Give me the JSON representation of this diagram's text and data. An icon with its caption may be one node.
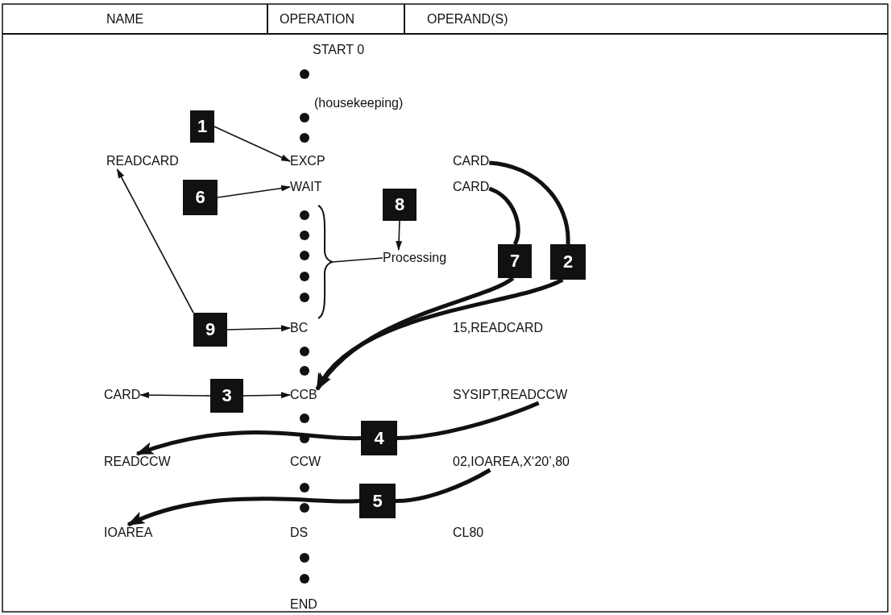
{
  "diagram": {
    "nodes": [
      {
        "text": [
          "1"
        ]
      },
      {
        "text": [
          "READCARD"
        ]
      },
      {
        "text": [
          "EXCP"
        ]
      },
      {
        "text": [
          "CARD"
        ]
      },
      {
        "text": [
          "6"
        ]
      },
      {
        "text": [
          "WAIT"
        ]
      },
      {
        "text": [
          "CARD"
        ]
      },
      {
        "text": [
          "8"
        ]
      },
      {
        "text": [],
        "shape": "brace"
      },
      {
        "text": [
          "Processing"
        ]
      },
      {
        "text": [
          "7"
        ]
      },
      {
        "text": [
          "2"
        ]
      },
      {
        "text": [
          "9"
        ]
      },
      {
        "text": [
          "BC"
        ]
      },
      {
        "text": [
          "CARD"
        ]
      },
      {
        "text": [
          "3"
        ]
      },
      {
        "text": [
          "CCB"
        ]
      },
      {
        "text": [
          "SYSIPT,READCCW"
        ]
      },
      {
        "text": [
          "4"
        ]
      },
      {
        "text": [
          "READCCW"
        ]
      },
      {
        "text": [
          "02,IOAREA,X‘20’,80"
        ]
      },
      {
        "text": [
          "5"
        ]
      },
      {
        "text": [
          "IOAREA"
        ]
      }
    ],
    "edges": [
      {
        "from": 0,
        "to": 2,
        "arrow": "to"
      },
      {
        "from": 4,
        "to": 5,
        "arrow": "to"
      },
      {
        "from": 7,
        "to": 9,
        "arrow": "to"
      },
      {
        "from": 9,
        "to": 8,
        "arrow": "none"
      },
      {
        "from": 12,
        "to": 1,
        "arrow": "to"
      },
      {
        "from": 12,
        "to": 13,
        "arrow": "to"
      },
      {
        "from": 3,
        "to": 11,
        "arrow": "none",
        "style": "thick"
      },
      {
        "from": 11,
        "to": 16,
        "arrow": "to",
        "style": "thick"
      },
      {
        "from": 6,
        "to": 10,
        "arrow": "none",
        "style": "thick"
      },
      {
        "from": 10,
        "to": 16,
        "arrow": "to",
        "style": "thick"
      },
      {
        "from": 15,
        "to": 14,
        "arrow": "to"
      },
      {
        "from": 15,
        "to": 16,
        "arrow": "to"
      },
      {
        "from": 17,
        "to": 18,
        "arrow": "none",
        "style": "thick"
      },
      {
        "from": 18,
        "to": 19,
        "arrow": "to",
        "style": "thick"
      },
      {
        "from": 20,
        "to": 21,
        "arrow": "none",
        "style": "thick"
      },
      {
        "from": 21,
        "to": 22,
        "arrow": "to",
        "style": "thick"
      }
    ],
    "labels": [
      "NAME",
      "OPERATION",
      "OPERAND(S)",
      "START 0",
      "(housekeeping)",
      "15,READCARD",
      "CCW",
      "DS",
      "CL80",
      "END"
    ]
  }
}
